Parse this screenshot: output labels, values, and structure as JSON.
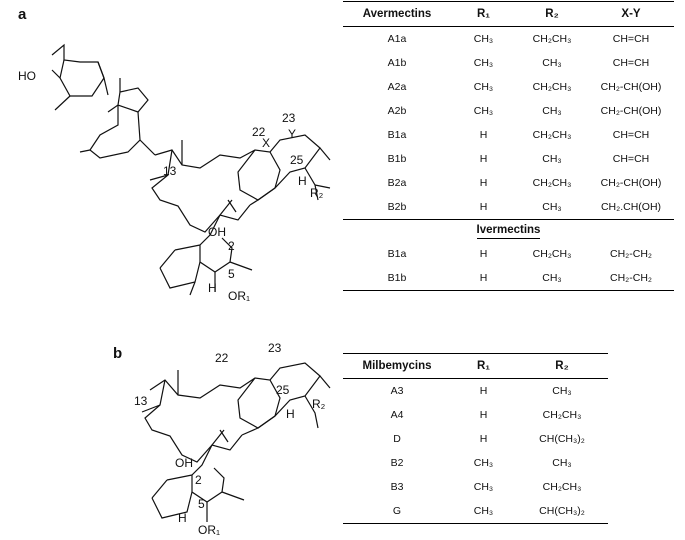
{
  "panels": {
    "a": "a",
    "b": "b"
  },
  "structure_a": {
    "labels": {
      "ho": "HO",
      "oh": "OH",
      "h_25": "H",
      "h_5": "H",
      "or1": "OR₁",
      "r2": "R₂",
      "x": "X",
      "y": "Y",
      "n22": "22",
      "n23": "23",
      "n25": "25",
      "n13": "13",
      "n2": "2",
      "n5": "5"
    }
  },
  "structure_b": {
    "labels": {
      "oh": "OH",
      "h_25": "H",
      "h_5": "H",
      "or1": "OR₁",
      "r2": "R₂",
      "n22": "22",
      "n23": "23",
      "n25": "25",
      "n13": "13",
      "n2": "2",
      "n5": "5"
    }
  },
  "table_avermectins": {
    "headers": [
      "Avermectins",
      "R₁",
      "R₂",
      "X-Y"
    ],
    "rows": [
      [
        "A1a",
        "CH₃",
        "CH₂CH₃",
        "CH=CH"
      ],
      [
        "A1b",
        "CH₃",
        "CH₃",
        "CH=CH"
      ],
      [
        "A2a",
        "CH₃",
        "CH₂CH₃",
        "CH₂-CH(OH)"
      ],
      [
        "A2b",
        "CH₃",
        "CH₃",
        "CH₂-CH(OH)"
      ],
      [
        "B1a",
        "H",
        "CH₂CH₃",
        "CH=CH"
      ],
      [
        "B1b",
        "H",
        "CH₃",
        "CH=CH"
      ],
      [
        "B2a",
        "H",
        "CH₂CH₃",
        "CH₂-CH(OH)"
      ],
      [
        "B2b",
        "H",
        "CH₃",
        "CH₂.CH(OH)"
      ]
    ],
    "section_title": "Ivermectins",
    "section_rows": [
      [
        "B1a",
        "H",
        "CH₂CH₃",
        "CH₂-CH₂"
      ],
      [
        "B1b",
        "H",
        "CH₃",
        "CH₂-CH₂"
      ]
    ]
  },
  "table_milbemycins": {
    "headers": [
      "Milbemycins",
      "R₁",
      "R₂"
    ],
    "rows": [
      [
        "A3",
        "H",
        "CH₃"
      ],
      [
        "A4",
        "H",
        "CH₂CH₃"
      ],
      [
        "D",
        "H",
        "CH(CH₃)₂"
      ],
      [
        "B2",
        "CH₃",
        "CH₃"
      ],
      [
        "B3",
        "CH₃",
        "CH₂CH₃"
      ],
      [
        "G",
        "CH₃",
        "CH(CH₃)₂"
      ]
    ]
  }
}
